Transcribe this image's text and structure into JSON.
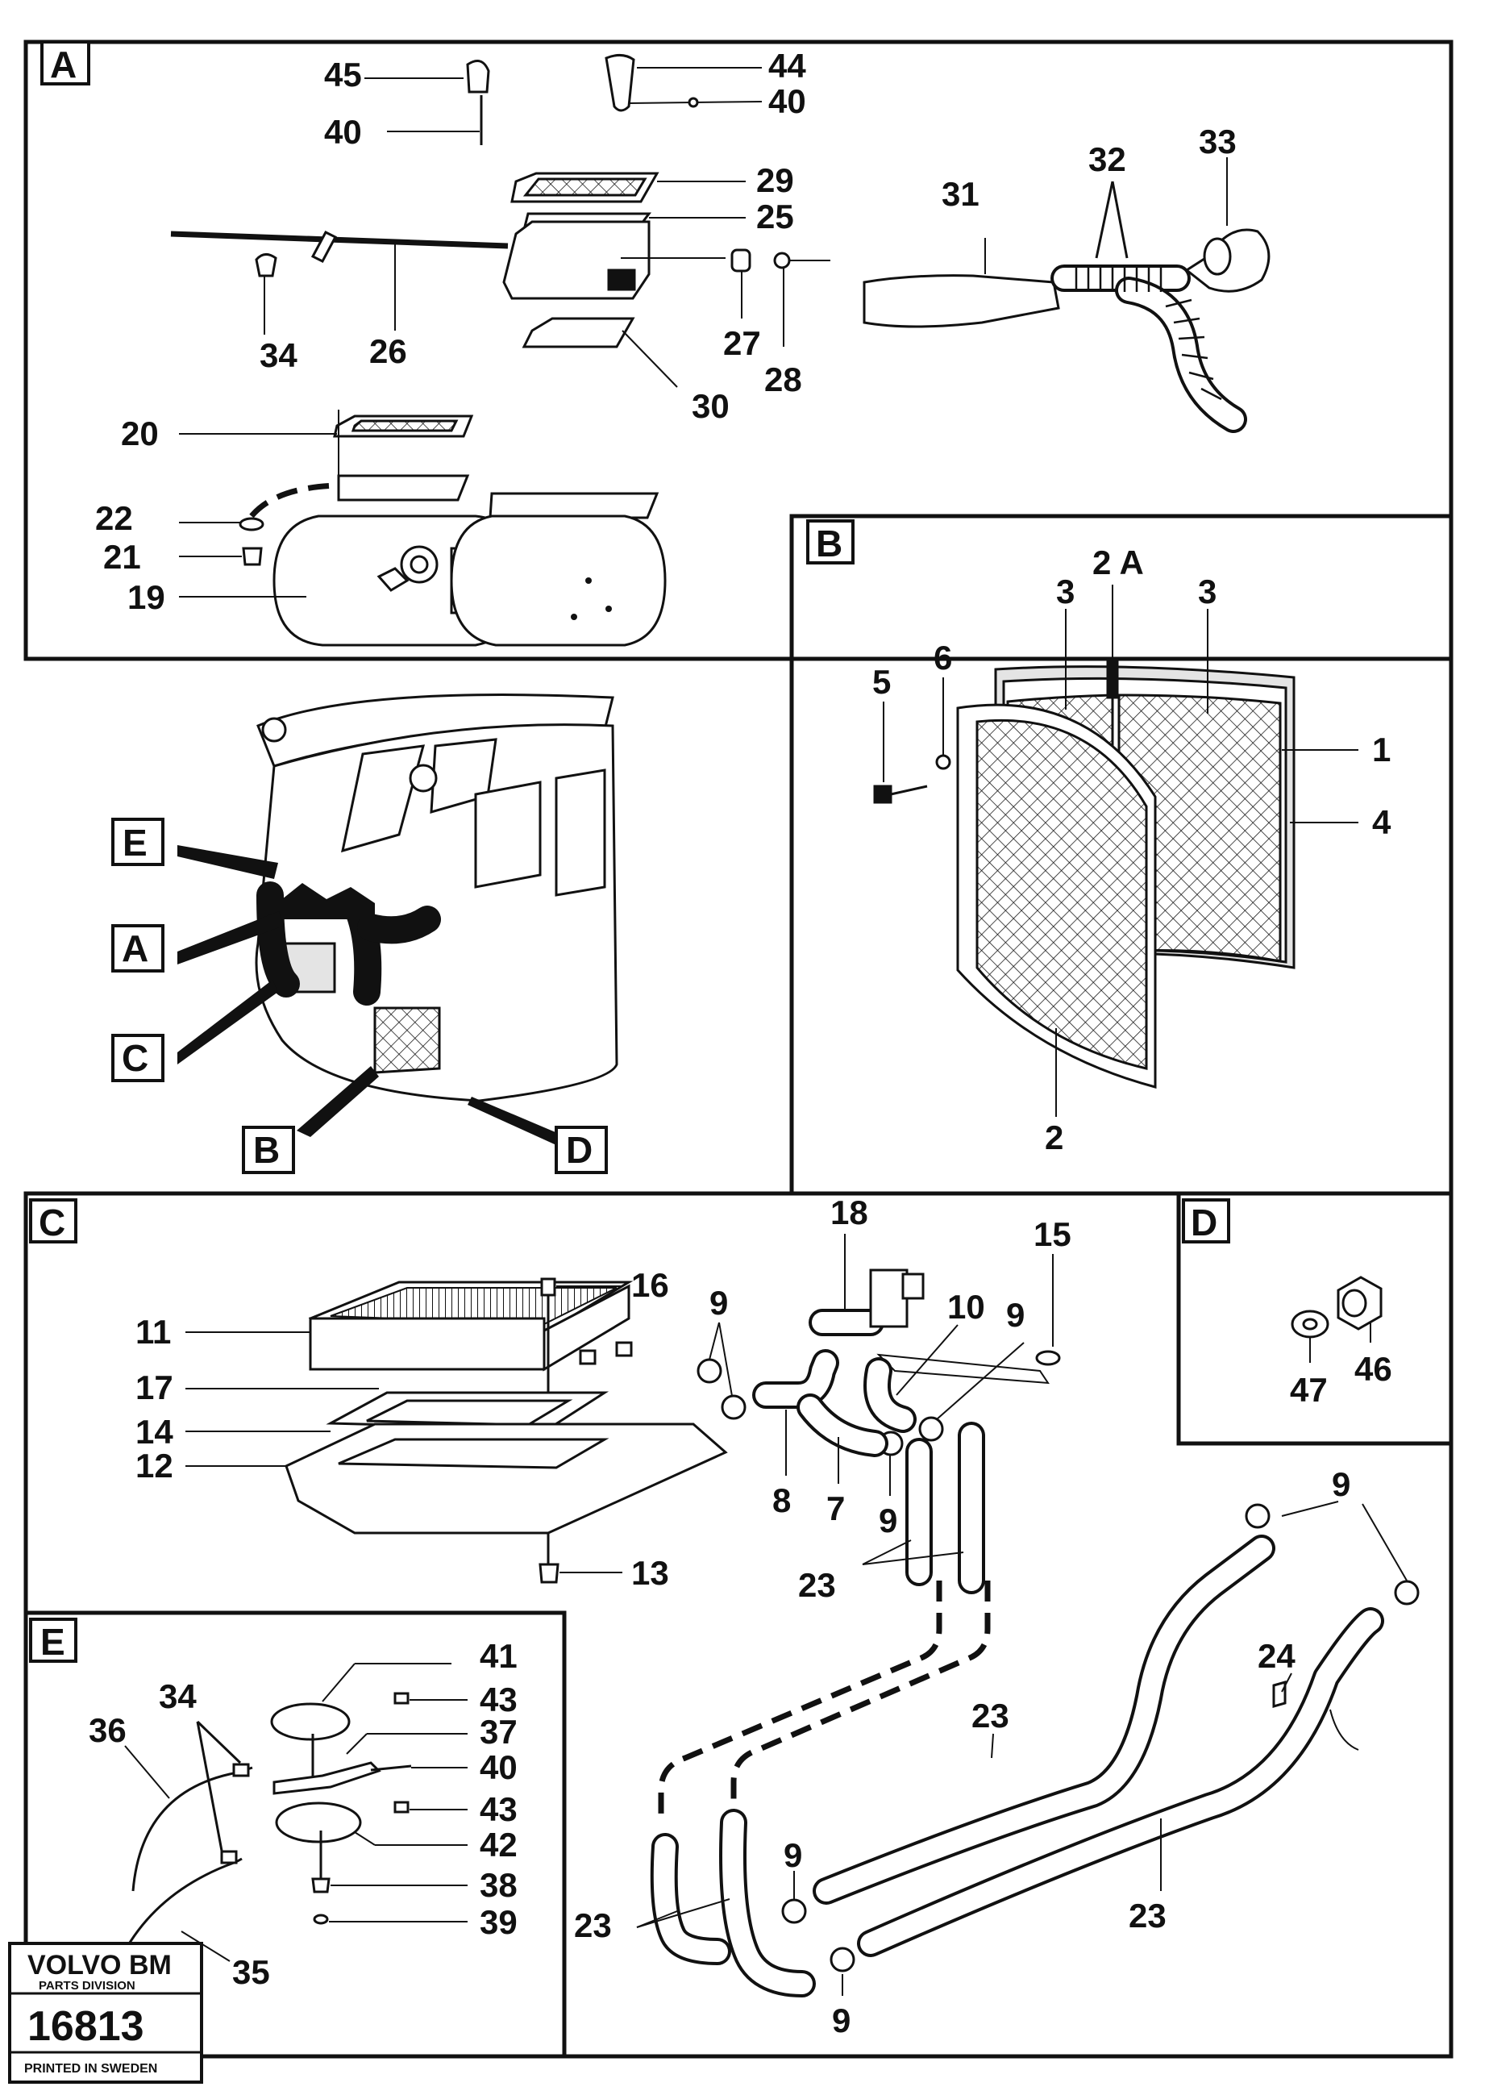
{
  "sections": {
    "A": "A",
    "B": "B",
    "C": "C",
    "D": "D",
    "E": "E"
  },
  "callouts": {
    "A": {
      "p45": "45",
      "p40a": "40",
      "p44": "44",
      "p40b": "40",
      "p29": "29",
      "p25": "25",
      "p31": "31",
      "p32": "32",
      "p33": "33",
      "p34": "34",
      "p26": "26",
      "p27": "27",
      "p28": "28",
      "p30": "30",
      "p20": "20",
      "p22": "22",
      "p21": "21",
      "p19": "19"
    },
    "B": {
      "p2A": "2 A",
      "p3a": "3",
      "p3b": "3",
      "p5": "5",
      "p6": "6",
      "p1": "1",
      "p4": "4",
      "p2": "2"
    },
    "overview": {
      "E": "E",
      "A": "A",
      "C": "C",
      "B": "B",
      "D": "D"
    },
    "C": {
      "p18": "18",
      "p15": "15",
      "p16": "16",
      "p9a": "9",
      "p10": "10",
      "p9b": "9",
      "p11": "11",
      "p17": "17",
      "p14": "14",
      "p12": "12",
      "p8": "8",
      "p7": "7",
      "p9c": "9",
      "p23a": "23",
      "p13": "13",
      "p9d": "9",
      "p24": "24",
      "p23b": "23",
      "p9e": "9",
      "p23c": "23",
      "p23d": "23",
      "p9f": "9"
    },
    "D": {
      "p46": "46",
      "p47": "47"
    },
    "E": {
      "p41": "41",
      "p34": "34",
      "p43a": "43",
      "p36": "36",
      "p37": "37",
      "p40": "40",
      "p43b": "43",
      "p42": "42",
      "p38": "38",
      "p39": "39",
      "p35": "35"
    }
  },
  "logo": {
    "brand": "VOLVO BM",
    "division": "PARTS DIVISION",
    "number": "16813",
    "printed": "PRINTED IN SWEDEN"
  },
  "icons": {
    "fan": "blower-motor-icon",
    "heater": "heater-core-icon",
    "cab": "cab-overview-icon"
  }
}
